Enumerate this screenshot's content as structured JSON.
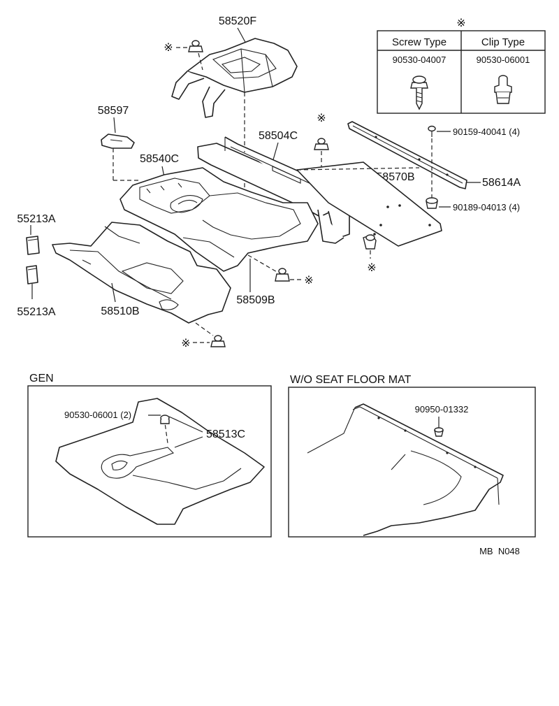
{
  "legend": {
    "marker": "※",
    "columns": [
      {
        "header": "Screw Type",
        "part_no": "90530-04007"
      },
      {
        "header": "Clip Type",
        "part_no": "90530-06001"
      }
    ]
  },
  "parts": {
    "p58520F": "58520F",
    "p58597": "58597",
    "p58504C": "58504C",
    "p58540C": "58540C",
    "p90159": "90159-40041 (4)",
    "p58570B": "58570B",
    "p58614A": "58614A",
    "p90189": "90189-04013 (4)",
    "p55213A_top": "55213A",
    "p55213A_bottom": "55213A",
    "p58510B": "58510B",
    "p58509B": "58509B"
  },
  "gen": {
    "title": "GEN",
    "part_clip": "90530-06001 (2)",
    "part_tray": "58513C"
  },
  "wo": {
    "title": "W/O SEAT FLOOR MAT",
    "part_clip": "90950-01332"
  },
  "reference": "MB  N048"
}
